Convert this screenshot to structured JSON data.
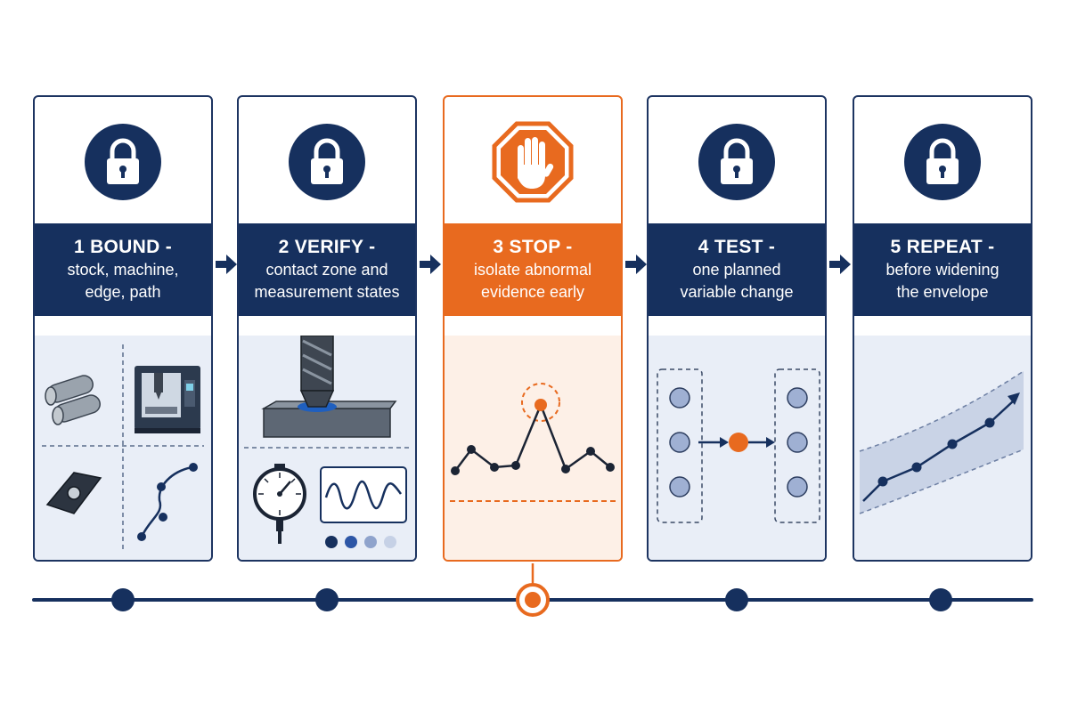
{
  "steps": [
    {
      "title": "1 BOUND -",
      "desc_lines": [
        "stock, machine,",
        "edge, path"
      ],
      "icon": "lock-icon"
    },
    {
      "title": "2 VERIFY -",
      "desc_lines": [
        "contact zone and",
        "measurement states"
      ],
      "icon": "lock-icon"
    },
    {
      "title": "3 STOP -",
      "desc_lines": [
        "isolate abnormal",
        "evidence early"
      ],
      "icon": "stop-hand-icon"
    },
    {
      "title": "4 TEST -",
      "desc_lines": [
        "one planned",
        "variable change"
      ],
      "icon": "lock-icon"
    },
    {
      "title": "5 REPEAT -",
      "desc_lines": [
        "before widening",
        "the envelope"
      ],
      "icon": "lock-icon"
    }
  ],
  "active_step": 3,
  "colors": {
    "navy": "#16305e",
    "orange": "#e86a1f",
    "panel_bg": "#e9eef7",
    "active_panel_bg": "#fdf0e7"
  }
}
